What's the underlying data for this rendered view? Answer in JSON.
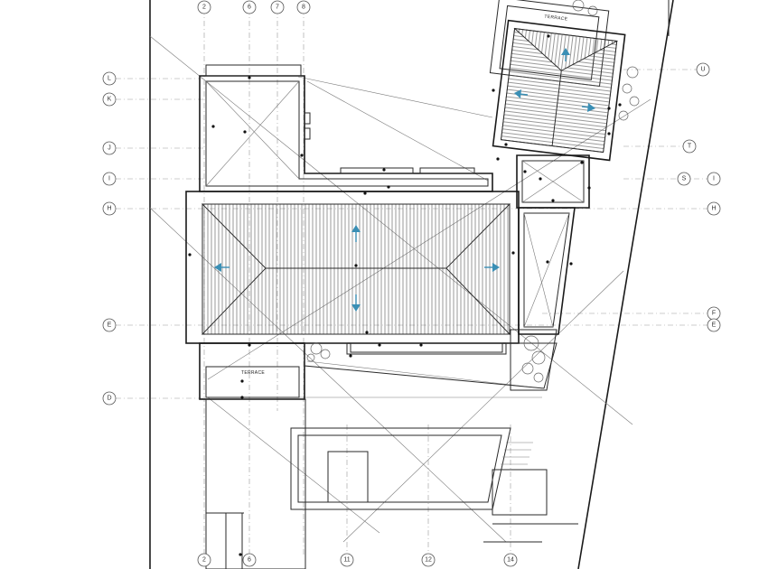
{
  "drawing": {
    "terrace_top_label": "TERRACE",
    "terrace_left_label": "TERRACE"
  },
  "grid_top": [
    "2",
    "6",
    "7",
    "8"
  ],
  "grid_bottom": [
    "2",
    "6",
    "11",
    "12",
    "14"
  ],
  "grid_left": [
    "L",
    "K",
    "J",
    "I",
    "H",
    "E",
    "D"
  ],
  "grid_right": [
    "U",
    "T",
    "S",
    "I",
    "H",
    "F",
    "E"
  ],
  "colors": {
    "line": "#2a2a2a",
    "arrow": "#3a8fb5",
    "background": "#ffffff"
  }
}
